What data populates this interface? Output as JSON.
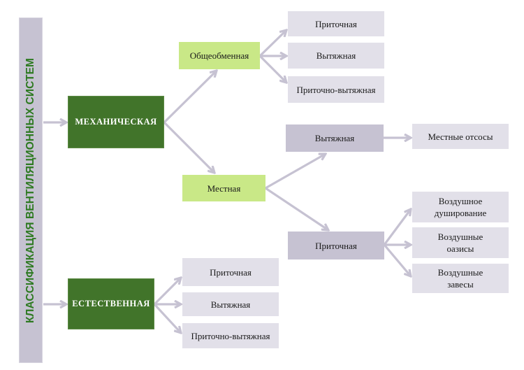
{
  "title": "КЛАССИФИКАЦИЯ ВЕНТИЛЯЦИОННЫХ СИСТЕМ",
  "colors": {
    "root_bg": "#c6c2d2",
    "root_text": "#2e7a22",
    "category_bg": "#41742a",
    "category_text": "#ffffff",
    "subtype_bg": "#c9e887",
    "local_branch_bg": "#c6c2d2",
    "leaf_bg": "#e2e0e9",
    "arrow": "#c6c2d2"
  },
  "nodes": {
    "mechanical": "МЕХАНИЧЕСКАЯ",
    "natural": "ЕСТЕСТВЕННАЯ",
    "general_exchange": "Общеобменная",
    "local": "Местная",
    "general_supply": "Приточная",
    "general_exhaust": "Вытяжная",
    "general_supply_exhaust": "Приточно-вытяжная",
    "local_exhaust": "Вытяжная",
    "local_supply": "Приточная",
    "local_suction": "Местные отсосы",
    "air_showering": "Воздушное\nдуширование",
    "air_oases": "Воздушные\nоазисы",
    "air_curtains": "Воздушные\nзавесы",
    "natural_supply": "Приточная",
    "natural_exhaust": "Вытяжная",
    "natural_supply_exhaust": "Приточно-вытяжная"
  },
  "edges": [
    [
      "root",
      "mechanical"
    ],
    [
      "root",
      "natural"
    ],
    [
      "mechanical",
      "general_exchange"
    ],
    [
      "mechanical",
      "local"
    ],
    [
      "general_exchange",
      "general_supply"
    ],
    [
      "general_exchange",
      "general_exhaust"
    ],
    [
      "general_exchange",
      "general_supply_exhaust"
    ],
    [
      "local",
      "local_exhaust"
    ],
    [
      "local",
      "local_supply"
    ],
    [
      "local_exhaust",
      "local_suction"
    ],
    [
      "local_supply",
      "air_showering"
    ],
    [
      "local_supply",
      "air_oases"
    ],
    [
      "local_supply",
      "air_curtains"
    ],
    [
      "natural",
      "natural_supply"
    ],
    [
      "natural",
      "natural_exhaust"
    ],
    [
      "natural",
      "natural_supply_exhaust"
    ]
  ]
}
